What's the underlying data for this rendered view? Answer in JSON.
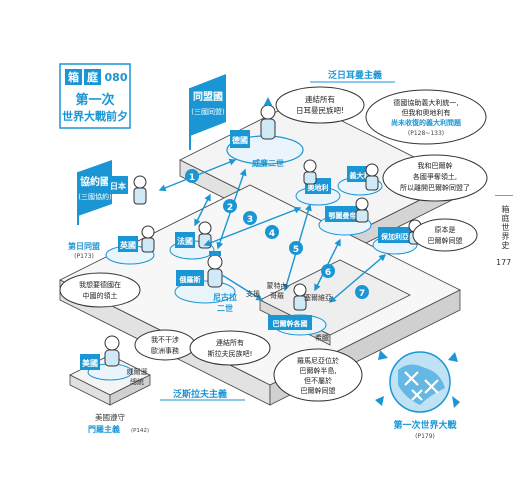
{
  "header": {
    "chapter_char1": "箱",
    "chapter_char2": "庭",
    "chapter_num": "080",
    "title_line1": "第一次",
    "title_line2": "世界大戰前夕"
  },
  "labels": {
    "pan_germanism": "泛日耳曼主義",
    "pan_slavism": "泛斯拉夫主義",
    "ww1": "第一次世界大戰",
    "ww1_ref": "(P179)",
    "triple_entente": "第日同盟",
    "triple_entente_ref": "(P173)",
    "monroe_l1": "美國遵守",
    "monroe_l2": "門羅主義",
    "monroe_ref": "(P142)"
  },
  "signs": {
    "central_alliance_a": "同盟國",
    "central_alliance_b": "(三國同盟)",
    "entente_a": "協約國",
    "entente_b": "(三國協約)",
    "germany": "德國",
    "italy": "義大利",
    "austria": "奧地利",
    "ottoman": "鄂圖曼帝國",
    "bulgaria": "保加利亞",
    "uk": "英國",
    "japan": "日本",
    "france": "法國",
    "russia": "俄羅斯",
    "balkans": "巴爾幹各國",
    "usa": "美國"
  },
  "names": {
    "wilhelm": "威廉二世",
    "nicholas_l1": "尼古拉",
    "nicholas_l2": "二世",
    "wilson_l1": "威爾遜",
    "wilson_l2": "總統",
    "serbia": "塞爾維亞",
    "greece": "希臘",
    "montenegro_l1": "蒙特內",
    "montenegro_l2": "哥羅",
    "support": "支援"
  },
  "bubbles": {
    "wilhelm_l1": "連結所有",
    "wilhelm_l2": "日耳曼民族吧!",
    "italy_l1": "德國協助義大利統一,",
    "italy_l2": "但我和奧地利有",
    "italy_l3": "尚未收復的義大利問題",
    "italy_ref": "(P128~133)",
    "bulgaria_l1": "我和巴爾幹",
    "bulgaria_l2": "各國爭奪領土,",
    "bulgaria_l3": "所以離開巴爾幹同盟了",
    "balkan_l1": "原本是",
    "balkan_l2": "巴爾幹同盟",
    "japan_l1": "我想要德國在",
    "japan_l2": "中國的領土",
    "usa_l1": "我不干涉",
    "usa_l2": "歐洲事務",
    "nicholas_l1": "連結所有",
    "nicholas_l2": "斯拉夫民族吧!",
    "romania_l1": "羅馬尼亞位於",
    "romania_l2": "巴爾幹半島,",
    "romania_l3": "但不屬於",
    "romania_l4": "巴爾幹同盟"
  },
  "numbers": [
    "1",
    "2",
    "3",
    "4",
    "5",
    "6",
    "7"
  ],
  "sidebar": {
    "text": "箱庭世界史",
    "page": "177"
  },
  "colors": {
    "accent": "#1a96d4",
    "dark": "#333333",
    "light_block": "#f2f2f2",
    "line": "#555555"
  }
}
